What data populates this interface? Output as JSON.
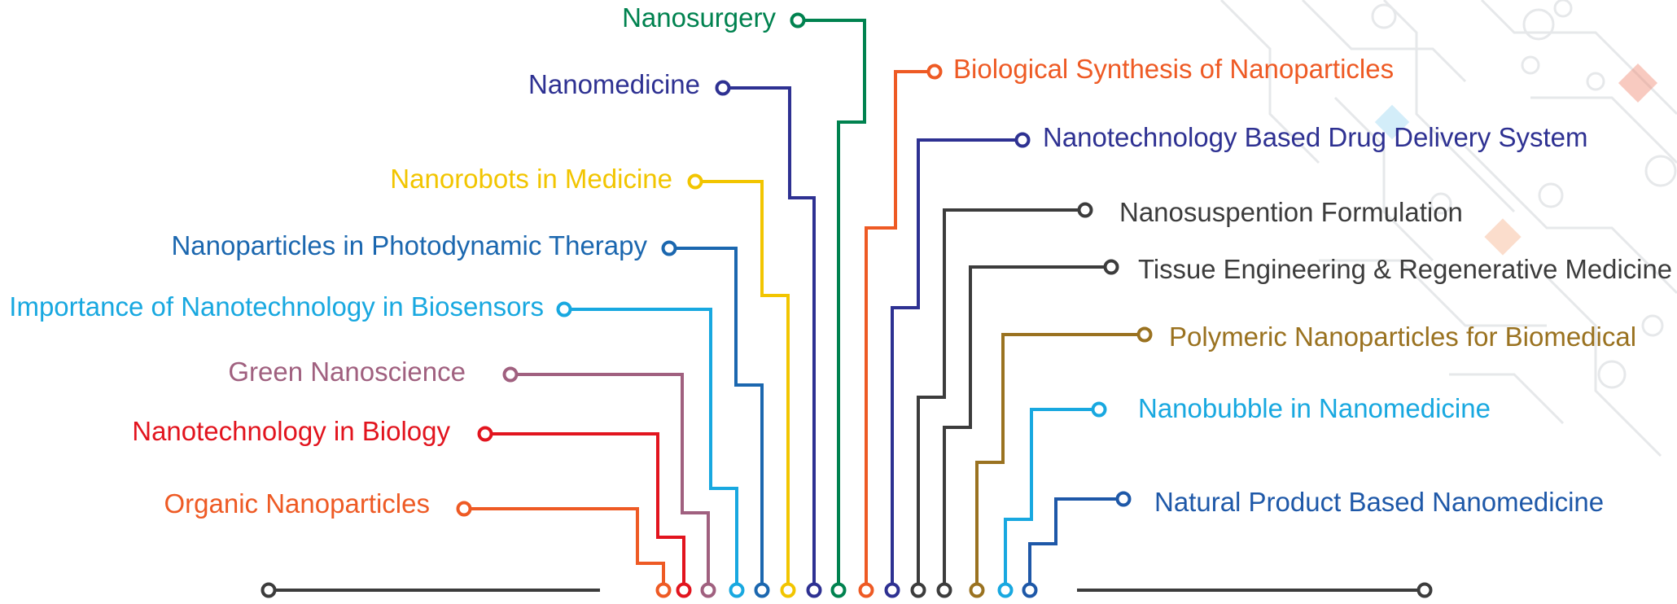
{
  "topics": [
    {
      "id": "nanosurgery",
      "label": "Nanosurgery",
      "color": "#00824F"
    },
    {
      "id": "nanomedicine",
      "label": "Nanomedicine",
      "color": "#2E3192"
    },
    {
      "id": "nanorobots",
      "label": "Nanorobots in Medicine",
      "color": "#F2C500"
    },
    {
      "id": "photodynamic",
      "label": "Nanoparticles in Photodynamic Therapy",
      "color": "#1B67AF"
    },
    {
      "id": "biosensors",
      "label": "Importance of Nanotechnology in Biosensors",
      "color": "#18A8E0"
    },
    {
      "id": "green",
      "label": "Green Nanoscience",
      "color": "#A0607F"
    },
    {
      "id": "biology",
      "label": "Nanotechnology in Biology",
      "color": "#E2141E"
    },
    {
      "id": "organic",
      "label": "Organic Nanoparticles",
      "color": "#EE5A24"
    },
    {
      "id": "biosynthesis",
      "label": "Biological Synthesis of Nanoparticles",
      "color": "#EE5A24"
    },
    {
      "id": "drug-delivery",
      "label": "Nanotechnology Based Drug Delivery System",
      "color": "#2E3192"
    },
    {
      "id": "nanosuspension",
      "label": "Nanosuspention Formulation",
      "color": "#3C3C3C"
    },
    {
      "id": "tissue",
      "label": "Tissue Engineering & Regenerative Medicine",
      "color": "#3C3C3C"
    },
    {
      "id": "polymeric",
      "label": "Polymeric Nanoparticles for Biomedical",
      "color": "#9A7220"
    },
    {
      "id": "nanobubble",
      "label": "Nanobubble in Nanomedicine",
      "color": "#18A8E0"
    },
    {
      "id": "natural-product",
      "label": "Natural Product Based Nanomedicine",
      "color": "#1E58A8"
    }
  ],
  "baseline_color": "#3C3C3C"
}
